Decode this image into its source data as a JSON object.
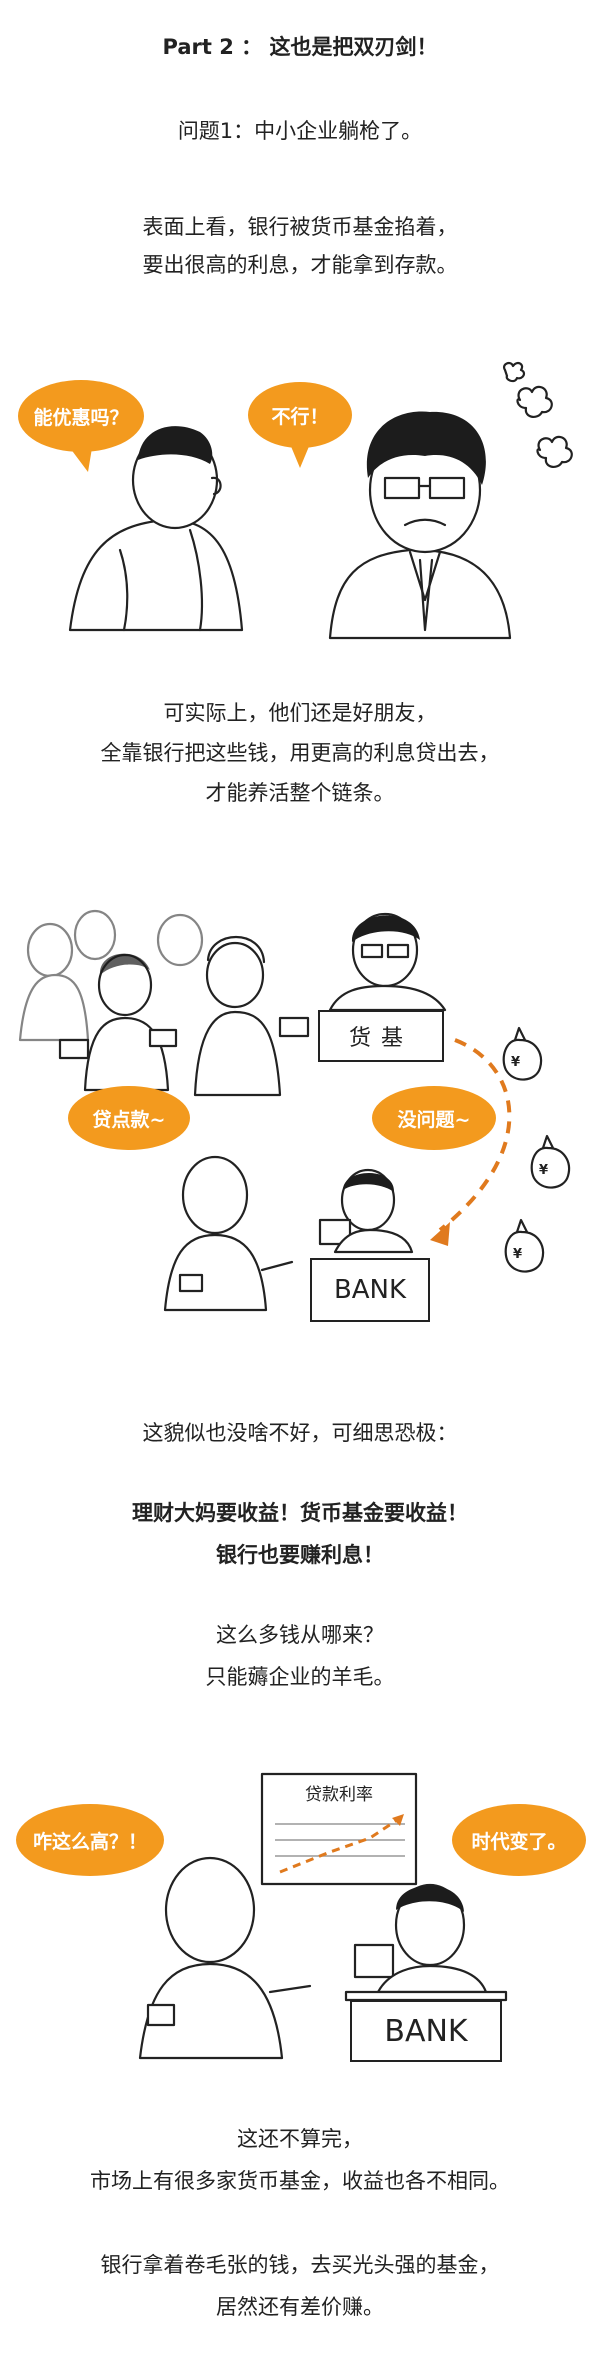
{
  "header": {
    "title": "Part 2 ： 这也是把双刃剑！"
  },
  "section1": {
    "question": "问题1：中小企业躺枪了。",
    "para_lines": [
      "表面上看，银行被货币基金掐着，",
      "要出很高的利息，才能拿到存款。"
    ]
  },
  "panel1": {
    "bubble_left": "能优惠吗？",
    "bubble_right": "不行！"
  },
  "section2": {
    "para_lines": [
      "可实际上，他们还是好朋友，",
      "全靠银行把这些钱，用更高的利息贷出去，",
      "才能养活整个链条。"
    ]
  },
  "panel2": {
    "desk_sign": "货基",
    "bubble_left": "贷点款~",
    "bubble_right": "没问题~",
    "bank_sign": "BANK",
    "money_symbol": "¥"
  },
  "section3": {
    "para1": "这貌似也没啥不好，可细思恐极：",
    "bold_lines": [
      "理财大妈要收益！货币基金要收益！",
      "银行也要赚利息！"
    ],
    "para2_lines": [
      "这么多钱从哪来？",
      "只能薅企业的羊毛。"
    ]
  },
  "panel3": {
    "chart_title": "贷款利率",
    "bubble_left": "咋这么高？！",
    "bubble_right": "时代变了。",
    "bank_sign": "BANK"
  },
  "section4": {
    "para1_lines": [
      "这还不算完，",
      "市场上有很多家货币基金，收益也各不相同。"
    ],
    "para2_lines": [
      "银行拿着卷毛张的钱，去买光头强的基金，",
      "居然还有差价赚。"
    ]
  }
}
